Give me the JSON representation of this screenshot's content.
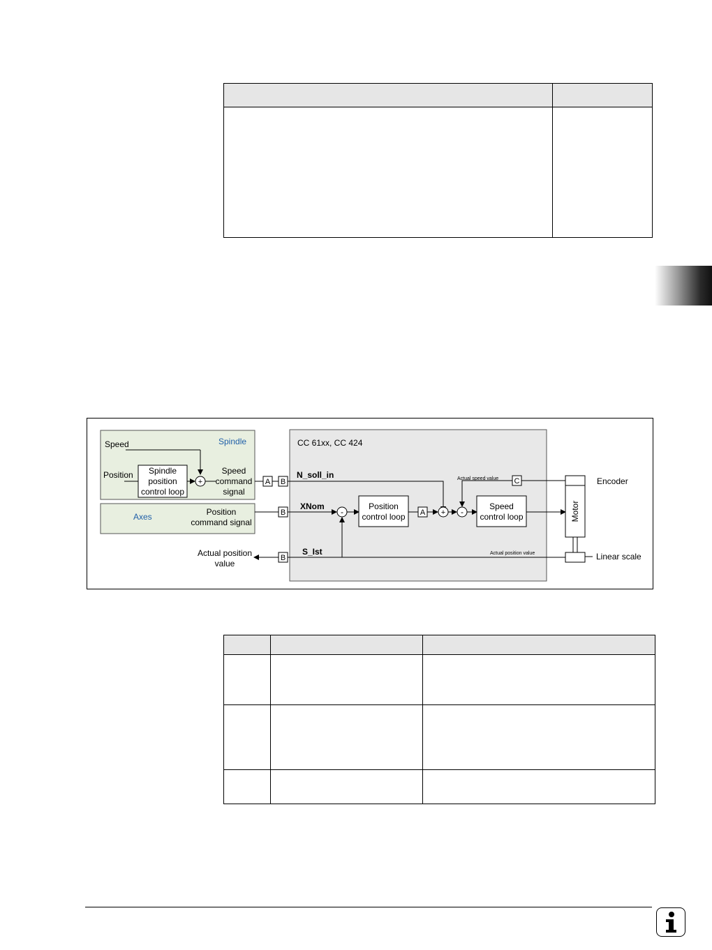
{
  "diagram": {
    "spindle_panel": {
      "title": "Spindle",
      "speed_label": "Speed",
      "position_label": "Position",
      "loop_box": [
        "Spindle",
        "position",
        "control loop"
      ],
      "plus_sign": "+",
      "output_label": [
        "Speed",
        "command",
        "signal"
      ]
    },
    "axes_panel": {
      "title": "Axes",
      "output_label": [
        "Position",
        "command signal"
      ]
    },
    "controller": {
      "title": "CC 61xx, CC 424",
      "n_soll_in": "N_soll_in",
      "xnom": "XNom",
      "s_ist": "S_Ist",
      "position_loop_box": [
        "Position",
        "control loop"
      ],
      "speed_loop_box": [
        "Speed",
        "control loop"
      ],
      "actual_speed_value": "Actual speed value",
      "actual_position_value_small": "Actual position value",
      "minus_sign": "-",
      "plus_sign": "+"
    },
    "connectors": {
      "a": "A",
      "b": "B",
      "c": "C"
    },
    "motor_label": "Motor",
    "encoder_label": "Encoder",
    "linear_scale_label": "Linear scale",
    "actual_position_output": [
      "Actual position",
      "value"
    ],
    "colors": {
      "panel_green": "#e8efe0",
      "controller_gray": "#e8e8e8",
      "blue_text": "#1f5fa8"
    }
  },
  "icons": {
    "footer_icon": "info-icon",
    "footer_glyph": "i"
  }
}
